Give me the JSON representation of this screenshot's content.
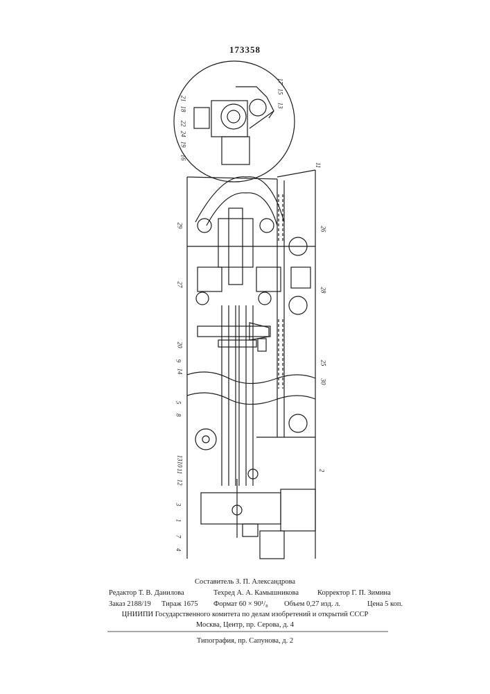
{
  "page_number": "173358",
  "labels": {
    "top_circle": [
      "16",
      "19",
      "24",
      "22",
      "18",
      "21",
      "13",
      "15",
      "17"
    ],
    "side": [
      "29",
      "27",
      "20",
      "14",
      "9",
      "5",
      "8",
      "13",
      "11",
      "10",
      "12",
      "3",
      "1",
      "7",
      "4",
      "11",
      "26",
      "28",
      "25",
      "30",
      "2"
    ]
  },
  "colophon": {
    "compiler": "Составитель З. П. Александрова",
    "editor": "Редактор Т. В. Данилова",
    "techred": "Техред А. А. Камышникова",
    "corrector": "Корректор Г. П. Зимина",
    "order": "Заказ 2188/19",
    "print_run": "Тираж 1675",
    "format": "Формат 60 × 90¹/₈",
    "volume": "Объем 0,27 изд. л.",
    "price": "Цена 5 коп.",
    "institute": "ЦНИИПИ Государственного комитета по делам изобретений и открытий СССР",
    "address": "Москва, Центр, пр. Серова, д. 4",
    "printer": "Типография, пр. Сапунова, д. 2"
  }
}
